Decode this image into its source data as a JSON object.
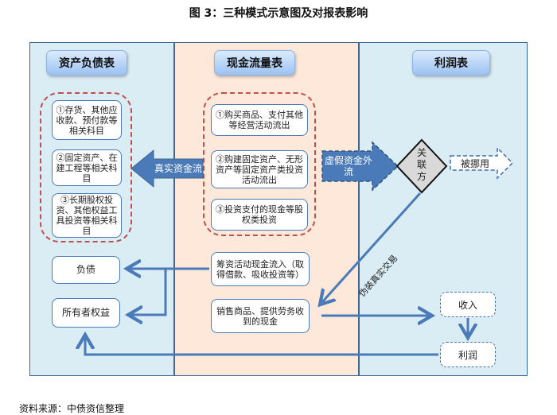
{
  "title": "图 3：三种模式示意图及对报表影响",
  "source": "资料来源：中债资信整理",
  "panels": {
    "left": {
      "header": "资产负债表",
      "items": [
        "①存货、其他应收款、预付款等相关科目",
        "②固定资产、在建工程等相关科目",
        "③长期股权投资、其他权益工具投资等相关科目"
      ],
      "liability": "负债",
      "equity": "所有者权益"
    },
    "middle": {
      "header": "现金流量表",
      "items": [
        "①购买商品、支付其他等经营活动流出",
        "②购建固定资产、无形资产等固定资产类投资活动流出",
        "③投资支付的现金等股权类投资"
      ],
      "financing": "筹资活动现金流入（取得借款、吸收投资等）",
      "sales": "销售商品、提供劳务收到的现金"
    },
    "right": {
      "header": "利润表",
      "related_party": "关联方",
      "misappropriated": "被挪用",
      "revenue": "收入",
      "profit": "利润"
    }
  },
  "arrows": {
    "real_cash_flow": "真实资金流",
    "fake_cash_outflow": "虚假资金外流",
    "disguised_trade": "伪装真实交易"
  },
  "colors": {
    "panel_blue": "#daecf4",
    "panel_peach": "#fde8d9",
    "arrow_blue": "#4a7ab8",
    "dashed_red": "#c0504d"
  }
}
